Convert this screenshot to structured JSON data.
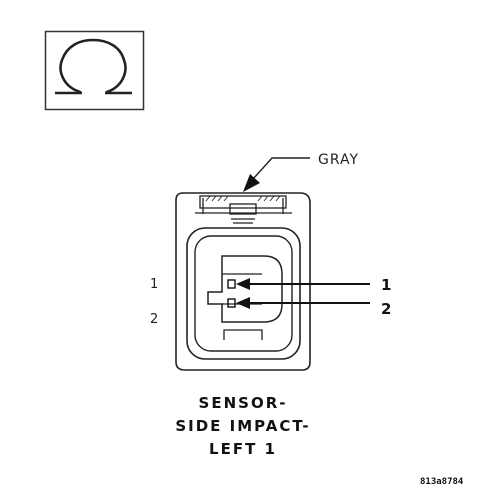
{
  "symbol": {
    "icon": "omega-icon",
    "glyph": "Ω"
  },
  "connector": {
    "color_label": "GRAY",
    "cavity_left_labels": [
      "1",
      "2"
    ],
    "pin_callouts": [
      "1",
      "2"
    ],
    "title_lines": [
      "SENSOR-",
      "SIDE IMPACT-",
      "LEFT 1"
    ]
  },
  "figure_id": "813a8784",
  "colors": {
    "line": "#222222",
    "background": "#ffffff"
  }
}
